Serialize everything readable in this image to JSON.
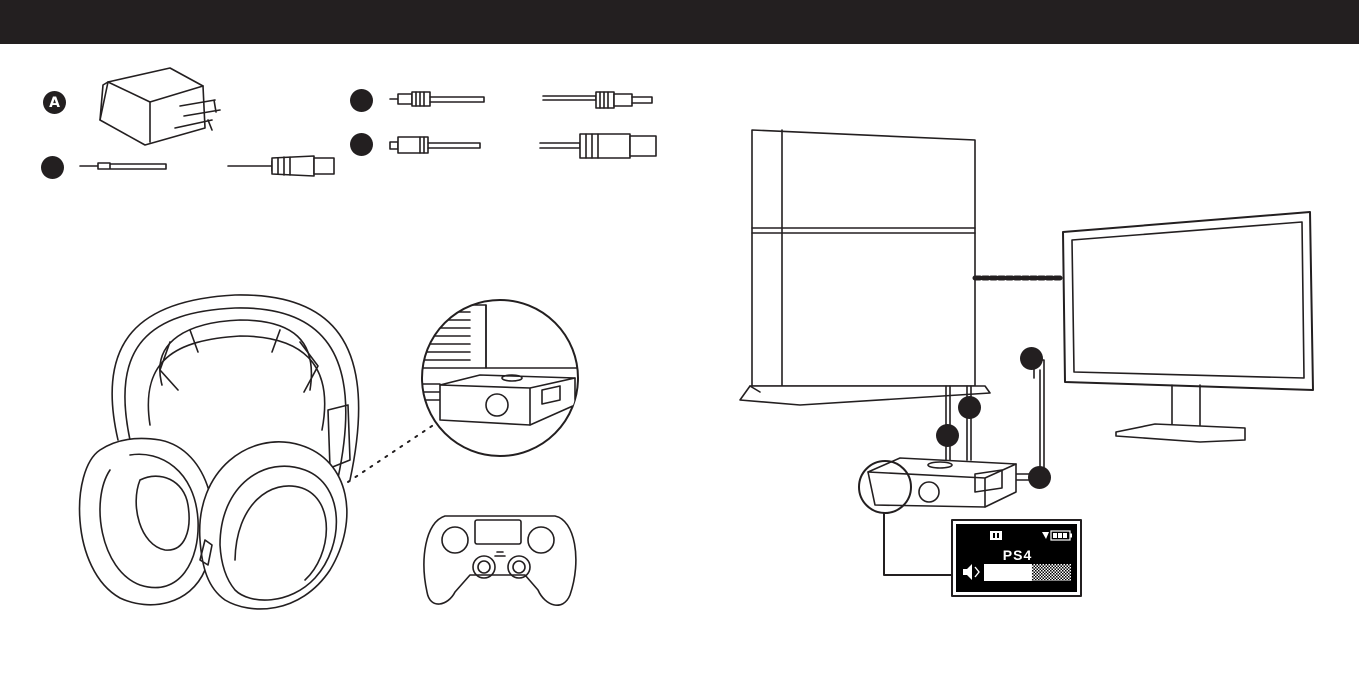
{
  "callouts": {
    "a": "A",
    "b": "",
    "c": "",
    "d": "",
    "e": "",
    "f": "",
    "g": "",
    "h": ""
  },
  "lcd": {
    "source_label": "PS4",
    "volume_level": 0.55
  },
  "colors": {
    "header_bar": "#231f20",
    "line_art": "#231f20",
    "callout_fill": "#231f20"
  }
}
